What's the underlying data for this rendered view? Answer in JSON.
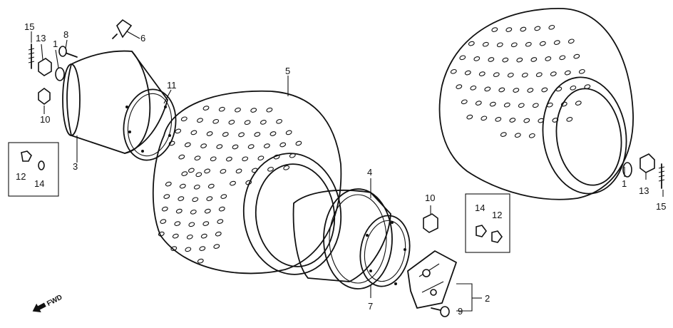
{
  "diagram": {
    "colors": {
      "ink": "#111111",
      "background": "#ffffff"
    },
    "callouts": {
      "c15a": "15",
      "c13a": "13",
      "c1a": "1",
      "c8": "8",
      "c6": "6",
      "c10a": "10",
      "c3": "3",
      "c12a": "12",
      "c14a": "14",
      "c11": "11",
      "c5": "5",
      "c4": "4",
      "c10b": "10",
      "c14b": "14",
      "c12b": "12",
      "c2": "2",
      "c9": "9",
      "c7": "7",
      "c1b": "1",
      "c13b": "13",
      "c15b": "15"
    },
    "direction_marker": {
      "label": "FWD",
      "icon": "arrow-left-icon"
    }
  }
}
